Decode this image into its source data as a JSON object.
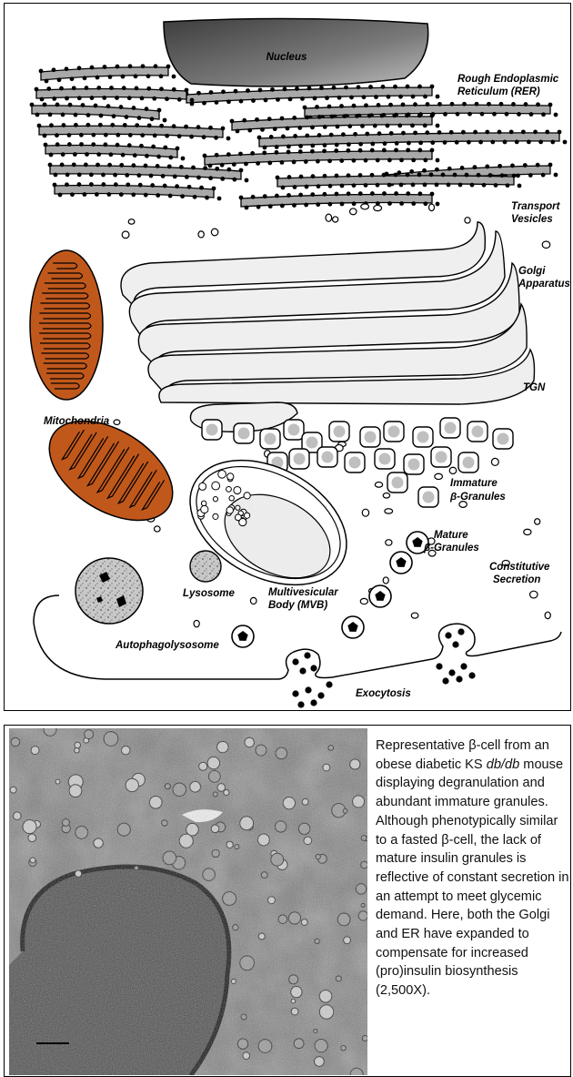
{
  "diagram": {
    "labels": {
      "nucleus": "Nucleus",
      "rer_line1": "Rough Endoplasmic",
      "rer_line2": "Reticulum (RER)",
      "transport_line1": "Transport",
      "transport_line2": "Vesicles",
      "golgi_line1": "Golgi",
      "golgi_line2": "Apparatus",
      "tgn": "TGN",
      "mitochondria": "Mitochondria",
      "immature_line1": "Immature",
      "immature_line2": "β-Granules",
      "mature_line1": "Mature",
      "mature_line2": "β-Granules",
      "constitutive_line1": "Constitutive",
      "constitutive_line2": "Secretion",
      "lysosome": "Lysosome",
      "mvb_line1": "Multivesicular",
      "mvb_line2": "Body (MVB)",
      "autophagolysosome": "Autophagolysosome",
      "exocytosis": "Exocytosis"
    },
    "colors": {
      "organelle_orange": "#c0581c",
      "rer_gray": "#a9a9a9",
      "golgi_fill": "#efefef",
      "nucleus_dark": "#555555"
    }
  },
  "micrograph": {
    "description_caption": {
      "part1": "Representative β-cell from an obese diabetic KS ",
      "italic": "db/db",
      "part2": " mouse displaying degranulation and abundant immature granules.  Although phenotypically similar to a fasted β-cell, the lack of mature insulin granules is reflective of constant secretion in an attempt to meet glycemic demand. Here, both the Golgi and ER have expanded to compensate for increased (pro)insulin biosynthesis (2,500X)."
    }
  }
}
